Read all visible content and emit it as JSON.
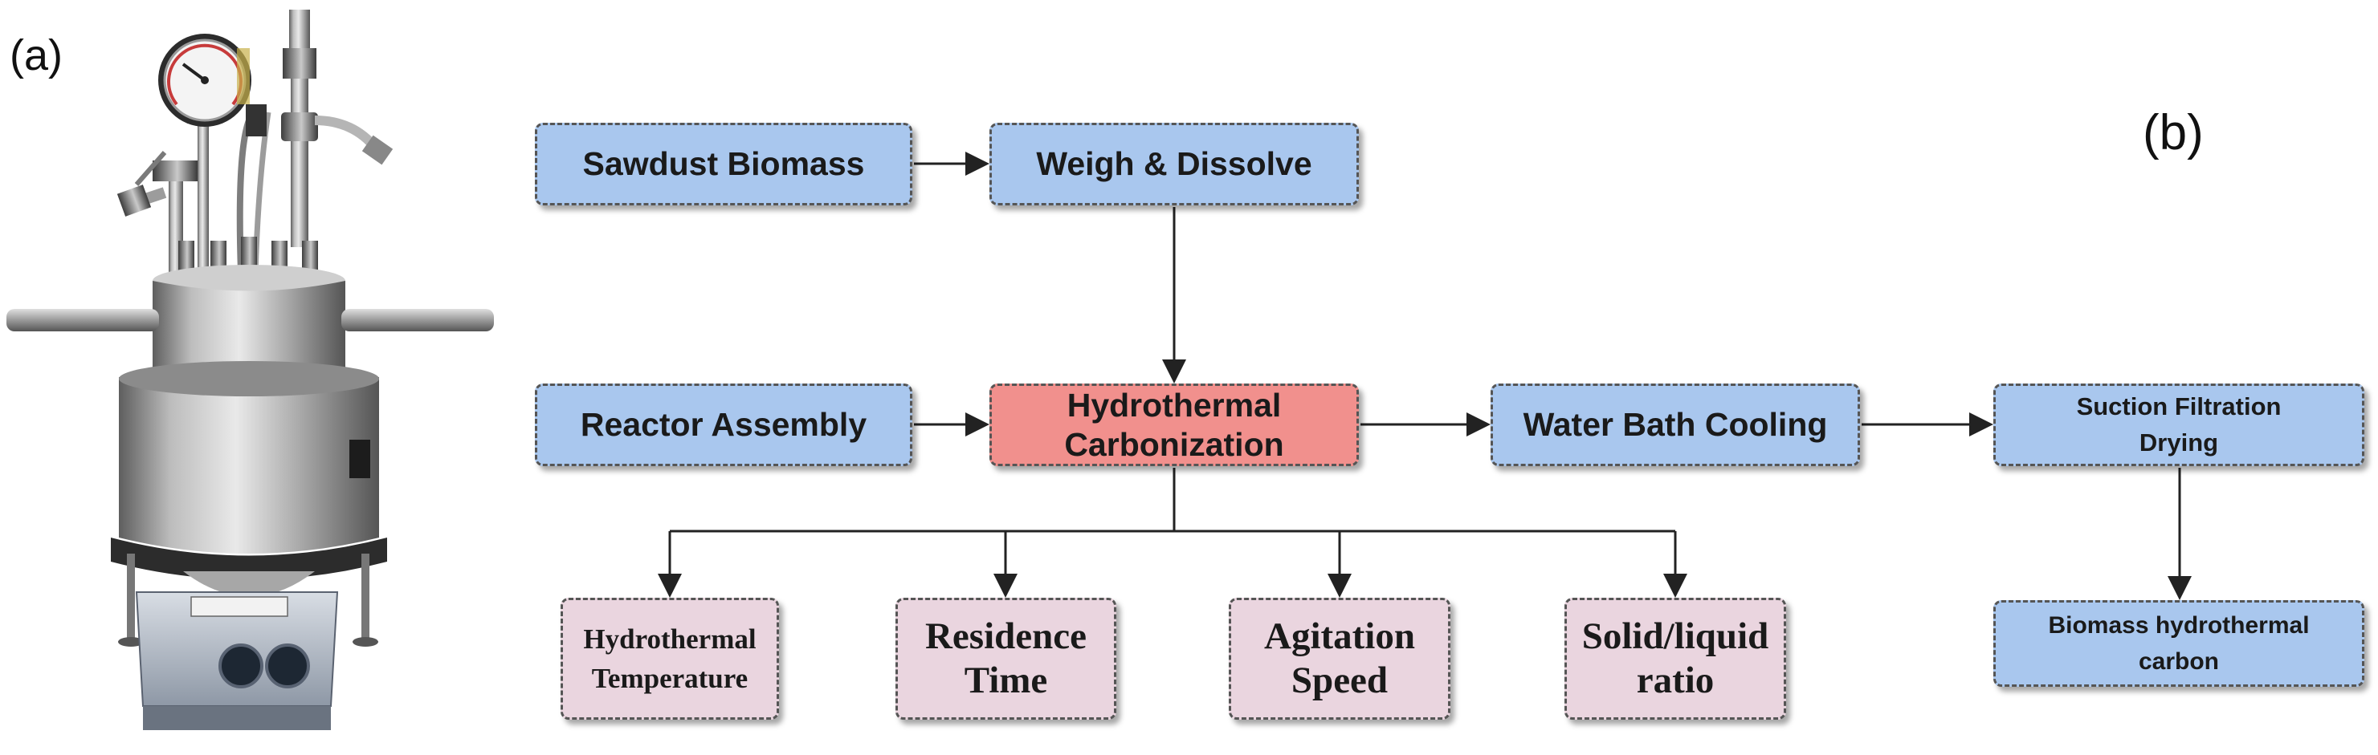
{
  "panels": {
    "a": "(a)",
    "b": "(b)"
  },
  "nodes": {
    "sawdust": "Sawdust Biomass",
    "weigh": "Weigh & Dissolve",
    "reactor_assembly": "Reactor Assembly",
    "htc": [
      "Hydrothermal",
      "Carbonization"
    ],
    "water_bath": "Water Bath Cooling",
    "suction": [
      "Suction Filtration",
      "Drying"
    ],
    "biomass_carbon": [
      "Biomass hydrothermal",
      "carbon"
    ],
    "params": {
      "temperature": [
        "Hydrothermal",
        "Temperature"
      ],
      "residence": [
        "Residence",
        "Time"
      ],
      "agitation": [
        "Agitation",
        "Speed"
      ],
      "ratio": [
        "Solid/liquid",
        "ratio"
      ]
    }
  },
  "colors": {
    "input_box": "#a9c7ee",
    "process_box": "#f1908d",
    "parameter_box": "#ead5df",
    "arrow": "#222222"
  }
}
